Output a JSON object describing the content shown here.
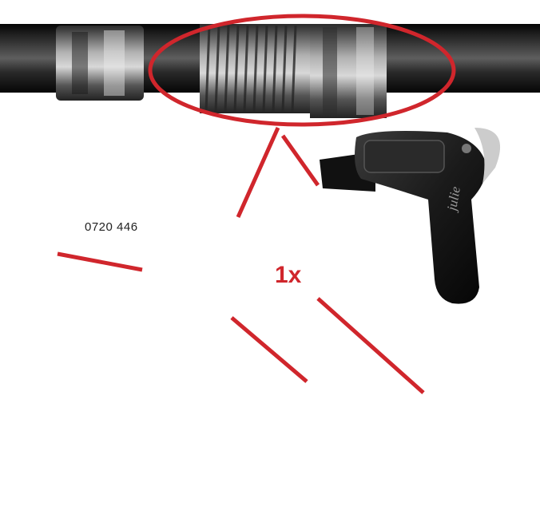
{
  "labels": {
    "part_number": "0720 446",
    "quantity": "1x",
    "lever_brand": "julie"
  },
  "colors": {
    "highlight": "#d0262c",
    "hose_dark": "#1c1c1c",
    "fitting_metal": "#8a8a8a",
    "line_art": "#1a1a1a"
  },
  "icons": {
    "part": "threaded-hose-nut-icon",
    "lever": "brake-lever-icon",
    "brake": "rim-brake-assembly-icon"
  }
}
